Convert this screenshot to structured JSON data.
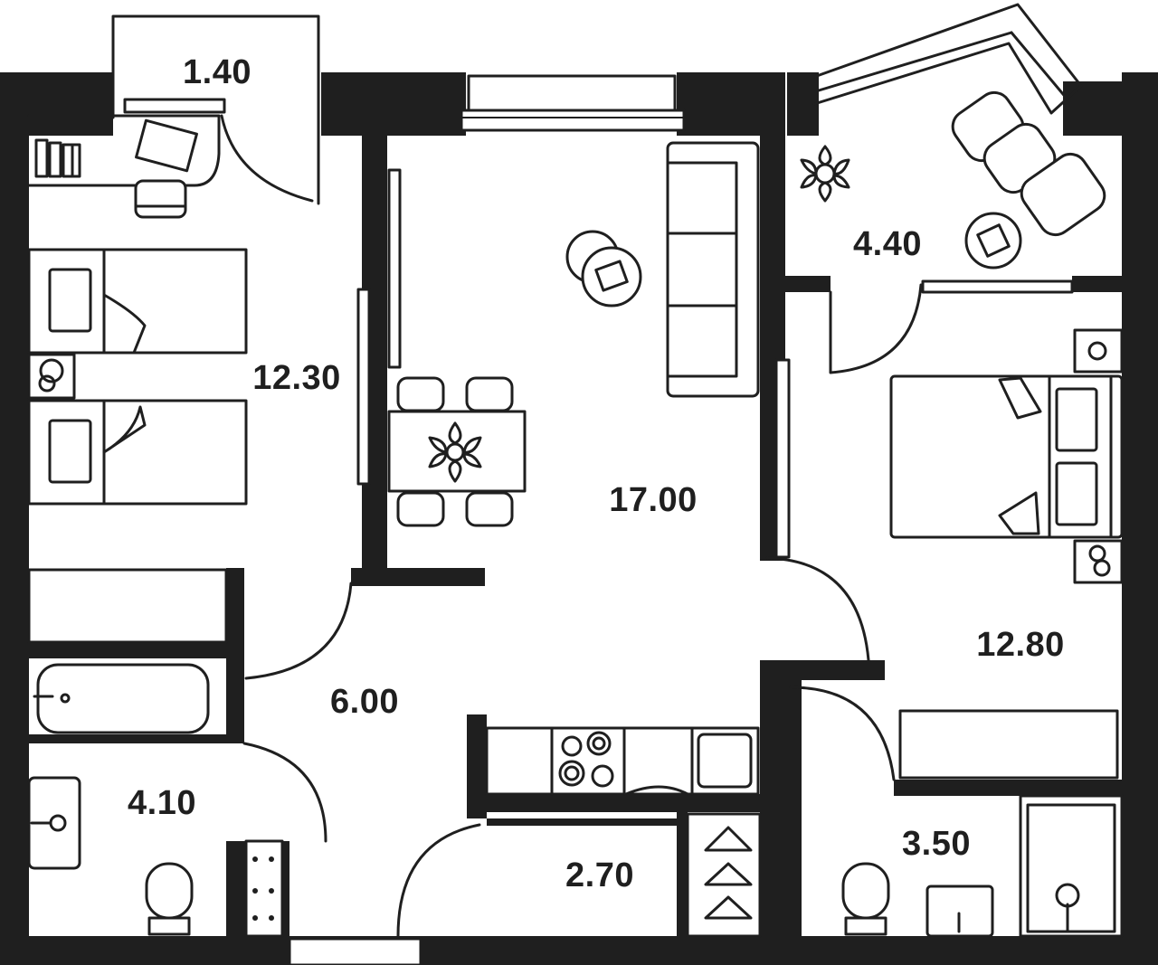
{
  "floor_plan": {
    "rooms": [
      {
        "id": "balcony-left",
        "area": "1.40"
      },
      {
        "id": "kids-bedroom",
        "area": "12.30"
      },
      {
        "id": "living-kitchen",
        "area": "17.00"
      },
      {
        "id": "loggia",
        "area": "4.40"
      },
      {
        "id": "master-bedroom",
        "area": "12.80"
      },
      {
        "id": "hallway",
        "area": "6.00"
      },
      {
        "id": "bathroom",
        "area": "4.10"
      },
      {
        "id": "storage",
        "area": "2.70"
      },
      {
        "id": "wc",
        "area": "3.50"
      }
    ]
  },
  "colors": {
    "wall": "#1f1f1f",
    "background": "#ffffff"
  }
}
